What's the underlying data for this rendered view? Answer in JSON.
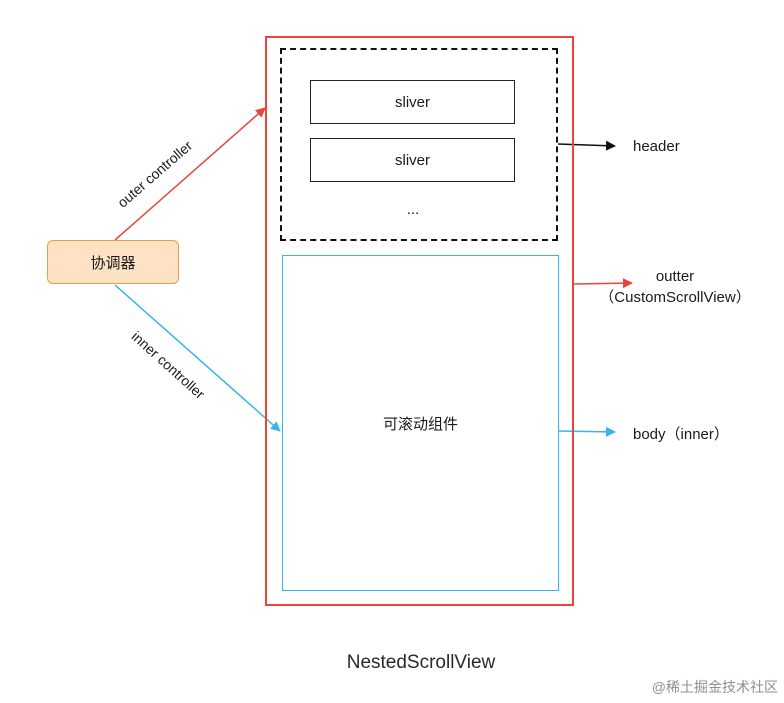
{
  "diagram": {
    "caption": "NestedScrollView",
    "coordinator": {
      "label": "协调器"
    },
    "header_group": {
      "slivers": [
        {
          "label": "sliver"
        },
        {
          "label": "sliver"
        }
      ],
      "ellipsis": "..."
    },
    "scrollable_component": {
      "label": "可滚动组件"
    },
    "edges": {
      "outer_controller": "outer controller",
      "inner_controller": "inner controller"
    },
    "annotations": {
      "header": "header",
      "outter_line1": "outter",
      "outter_line2": "（CustomScrollView）",
      "body": "body（inner）"
    },
    "colors": {
      "outer_frame": "#e8463a",
      "outer_arrow": "#e8463a",
      "inner_arrow": "#35b6e6",
      "header_arrow": "#111111",
      "coordinator_fill": "#fde3c4",
      "coordinator_border": "#e0a04a"
    }
  },
  "watermark": "@稀土掘金技术社区"
}
